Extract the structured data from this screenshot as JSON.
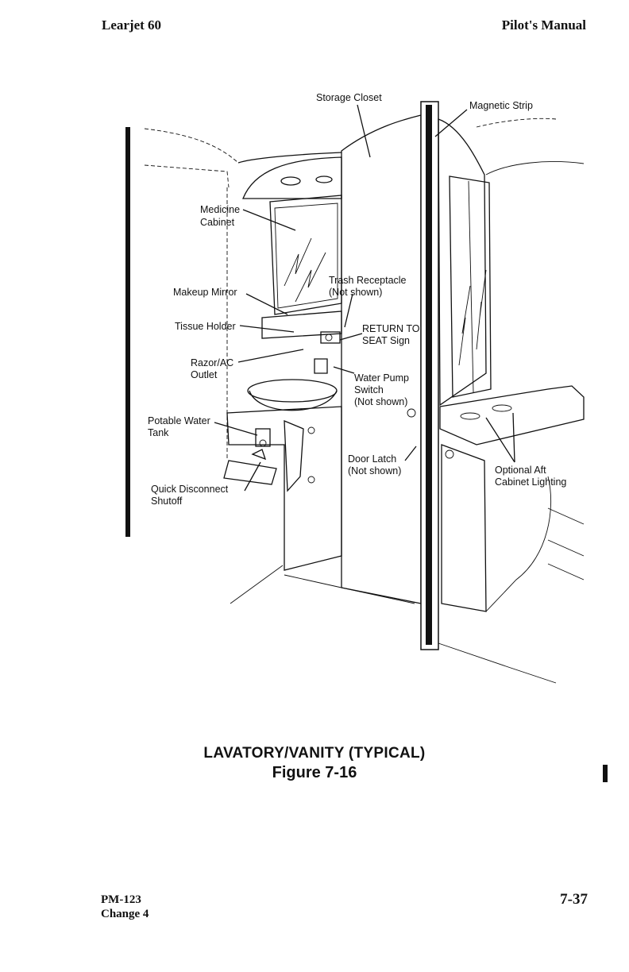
{
  "header": {
    "left": "Learjet 60",
    "right": "Pilot's Manual"
  },
  "figure": {
    "labels": {
      "storage_closet": "Storage Closet",
      "magnetic_strip": "Magnetic Strip",
      "medicine_cabinet_1": "Medicine",
      "medicine_cabinet_2": "Cabinet",
      "makeup_mirror": "Makeup Mirror",
      "trash_receptacle_1": "Trash Receptacle",
      "trash_receptacle_2": "(Not shown)",
      "tissue_holder": "Tissue Holder",
      "return_to_seat_1": "RETURN TO",
      "return_to_seat_2": "SEAT Sign",
      "razor_outlet_1": "Razor/AC",
      "razor_outlet_2": "Outlet",
      "water_pump_1": "Water Pump",
      "water_pump_2": "Switch",
      "water_pump_3": "(Not shown)",
      "potable_water_1": "Potable Water",
      "potable_water_2": "Tank",
      "door_latch_1": "Door Latch",
      "door_latch_2": "(Not shown)",
      "aft_cabinet_1": "Optional Aft",
      "aft_cabinet_2": "Cabinet Lighting",
      "quick_disconnect_1": "Quick Disconnect",
      "quick_disconnect_2": "Shutoff"
    }
  },
  "caption": {
    "title": "LAVATORY/VANITY (TYPICAL)",
    "figure_number": "Figure 7-16"
  },
  "footer": {
    "doc_id": "PM-123",
    "change": "Change 4",
    "page_number": "7-37"
  }
}
